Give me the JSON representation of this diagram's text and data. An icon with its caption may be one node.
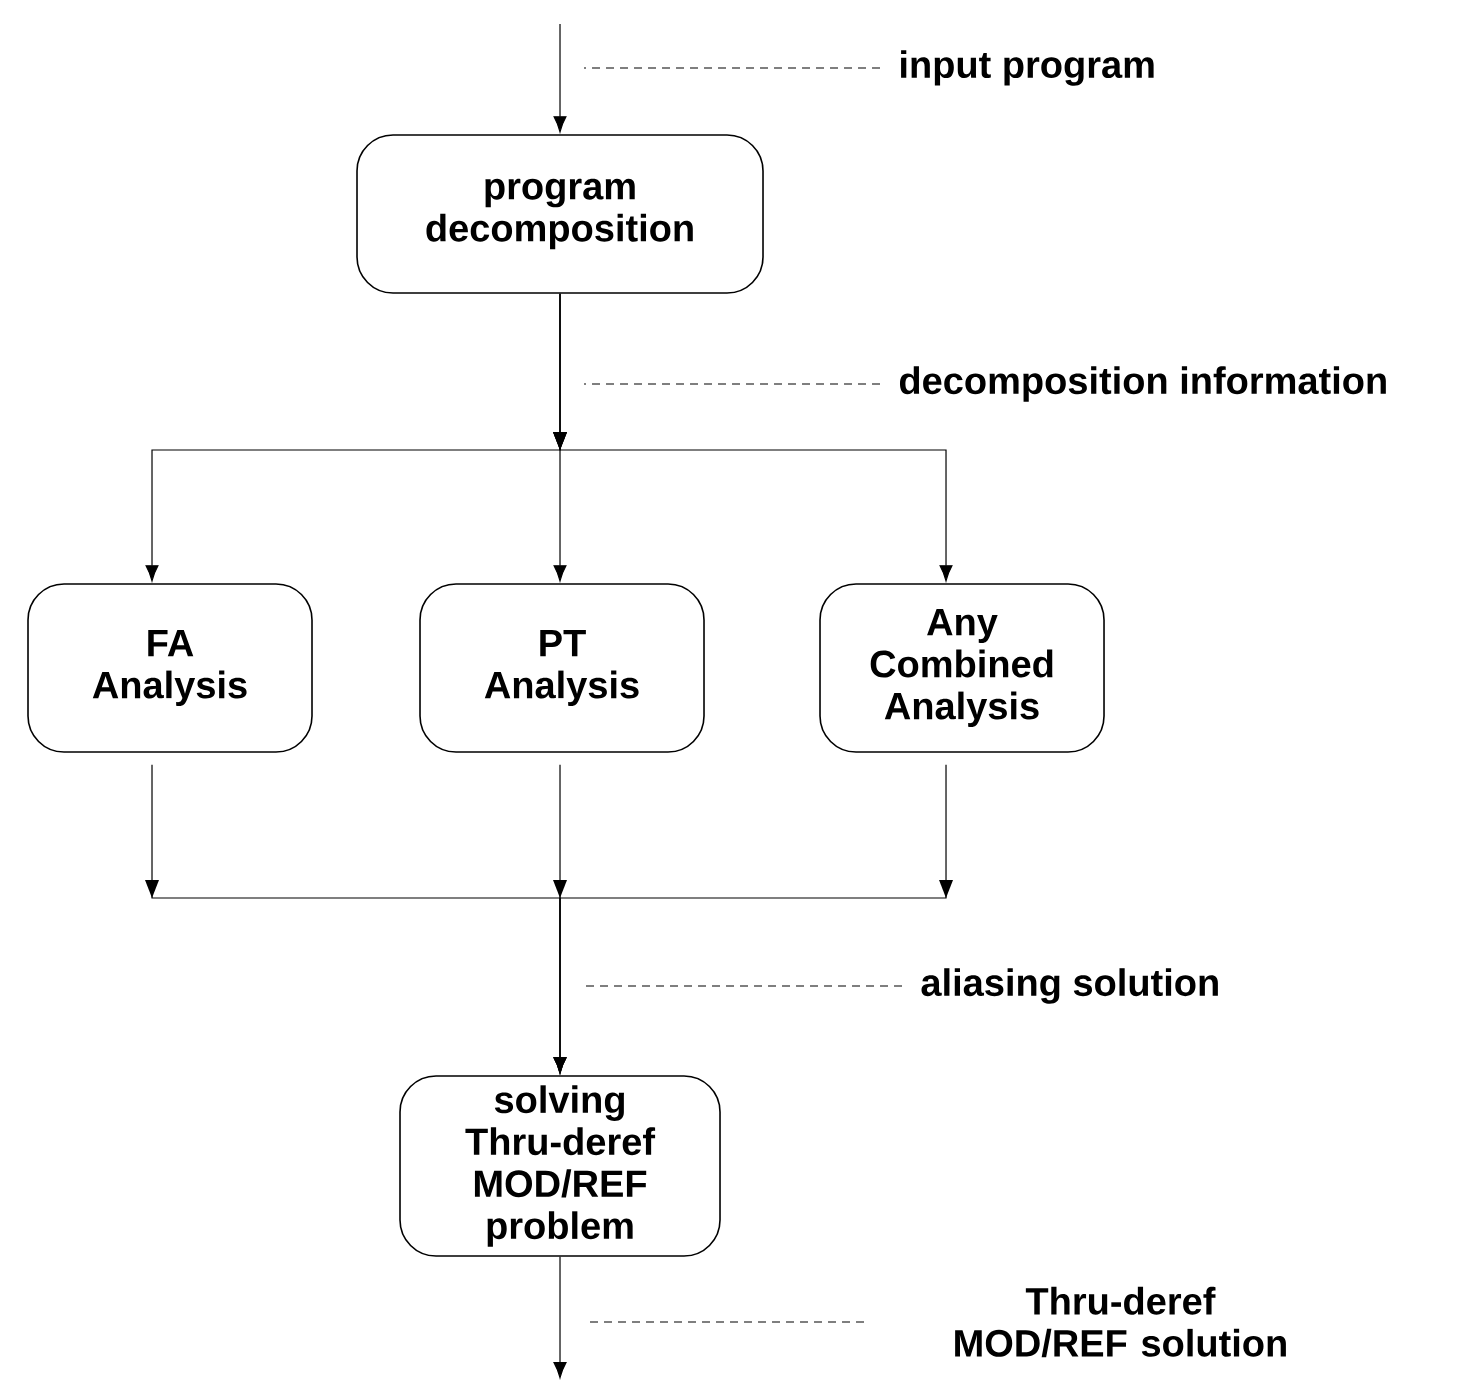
{
  "diagram": {
    "nodes": [
      {
        "text": [
          "program decomposition"
        ]
      },
      {
        "text": [
          "FA Analysis"
        ]
      },
      {
        "text": [
          "PT Analysis"
        ]
      },
      {
        "text": [
          "Any Combined Analysis"
        ]
      },
      {
        "text": [
          "solving Thru-deref MOD/REF problem"
        ]
      },
      {
        "text": [
          "input program"
        ]
      },
      {
        "text": [
          "decomposition information"
        ]
      },
      {
        "text": [
          "aliasing solution"
        ]
      },
      {
        "text": [
          "Thru-deref MOD/REF solution"
        ]
      }
    ],
    "edges": [
      {
        "from": null,
        "to": 0,
        "arrow": "to"
      },
      {
        "from": 0,
        "to": 1,
        "arrow": "to"
      },
      {
        "from": 0,
        "to": 2,
        "arrow": "to"
      },
      {
        "from": 0,
        "to": 3,
        "arrow": "to"
      },
      {
        "from": 1,
        "to": 4,
        "arrow": "to"
      },
      {
        "from": 2,
        "to": 4,
        "arrow": "to"
      },
      {
        "from": 3,
        "to": 4,
        "arrow": "to"
      },
      {
        "from": 4,
        "to": null,
        "arrow": "to"
      },
      {
        "from": 5,
        "to": null,
        "arrow": "none",
        "style": "dashed"
      },
      {
        "from": 6,
        "to": null,
        "arrow": "none",
        "style": "dashed"
      },
      {
        "from": 7,
        "to": null,
        "arrow": "none",
        "style": "dashed"
      },
      {
        "from": 8,
        "to": null,
        "arrow": "none",
        "style": "dashed"
      }
    ]
  }
}
